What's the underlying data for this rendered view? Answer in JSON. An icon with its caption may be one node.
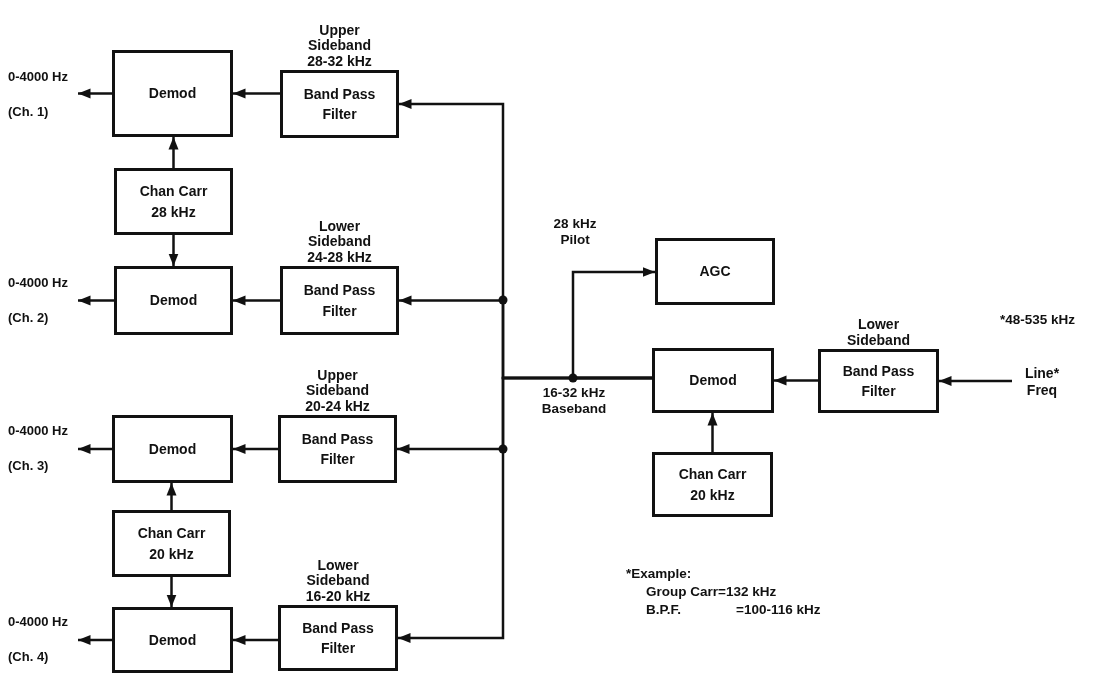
{
  "diagram": {
    "nodes": [
      {
        "text": [
          "Demod"
        ]
      },
      {
        "text": [
          "Upper Sideband 28-32 kHz",
          "Band Pass Filter"
        ]
      },
      {
        "text": [
          "Chan Carr 28 kHz"
        ]
      },
      {
        "text": [
          "Demod"
        ]
      },
      {
        "text": [
          "Lower Sideband 24-28 kHz",
          "Band Pass Filter"
        ]
      },
      {
        "text": [
          "Demod"
        ]
      },
      {
        "text": [
          "Upper Sideband 20-24 kHz",
          "Band Pass Filter"
        ]
      },
      {
        "text": [
          "Chan Carr 20 kHz"
        ]
      },
      {
        "text": [
          "Demod"
        ]
      },
      {
        "text": [
          "Lower Sideband 16-20 kHz",
          "Band Pass Filter"
        ]
      },
      {
        "text": [
          "AGC"
        ]
      },
      {
        "text": [
          "Demod"
        ]
      },
      {
        "text": [
          "Lower Sideband",
          "Band Pass Filter"
        ]
      },
      {
        "text": [
          "Chan Carr 20 kHz"
        ]
      },
      {
        "text": [
          "Line* Freq"
        ]
      },
      {
        "text": [
          "0-4000 Hz",
          "(Ch. 1)"
        ]
      },
      {
        "text": [
          "0-4000 Hz",
          "(Ch. 2)"
        ]
      },
      {
        "text": [
          "0-4000 Hz",
          "(Ch. 3)"
        ]
      },
      {
        "text": [
          "0-4000 Hz",
          "(Ch. 4)"
        ]
      }
    ],
    "edges": [
      {
        "from": 1,
        "to": 0,
        "arrow": "to"
      },
      {
        "from": 2,
        "to": 0,
        "arrow": "to"
      },
      {
        "from": 2,
        "to": 3,
        "arrow": "to"
      },
      {
        "from": 4,
        "to": 3,
        "arrow": "to"
      },
      {
        "from": 6,
        "to": 5,
        "arrow": "to"
      },
      {
        "from": 7,
        "to": 5,
        "arrow": "to"
      },
      {
        "from": 7,
        "to": 8,
        "arrow": "to"
      },
      {
        "from": 9,
        "to": 8,
        "arrow": "to"
      },
      {
        "from": 11,
        "to": 1,
        "arrow": "to"
      },
      {
        "from": 11,
        "to": 4,
        "arrow": "to"
      },
      {
        "from": 11,
        "to": 6,
        "arrow": "to"
      },
      {
        "from": 11,
        "to": 9,
        "arrow": "to"
      },
      {
        "from": 11,
        "to": 10,
        "arrow": "to"
      },
      {
        "from": 12,
        "to": 11,
        "arrow": "to"
      },
      {
        "from": 14,
        "to": 12,
        "arrow": "to"
      },
      {
        "from": 13,
        "to": 11,
        "arrow": "to"
      },
      {
        "from": 0,
        "to": 15,
        "arrow": "to"
      },
      {
        "from": 3,
        "to": 16,
        "arrow": "to"
      },
      {
        "from": 5,
        "to": 17,
        "arrow": "to"
      },
      {
        "from": 8,
        "to": 18,
        "arrow": "to"
      }
    ],
    "labels": [
      "28 kHz Pilot",
      "*48-535 kHz",
      "16-32 kHz Baseband",
      "*Example:",
      "Group Carr=132 kHz",
      "B.P.F.",
      "=100-116 kHz"
    ]
  }
}
